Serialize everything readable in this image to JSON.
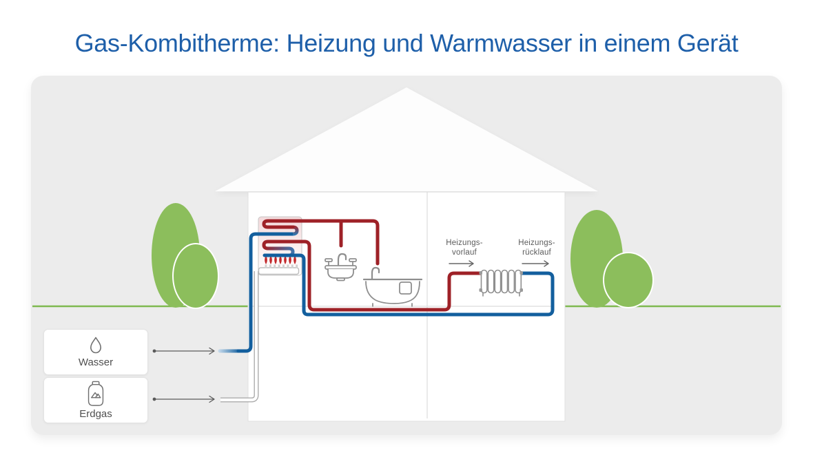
{
  "title": "Gas-Kombitherme: Heizung und Warmwasser in einem Gerät",
  "inputs": [
    {
      "label": "Wasser",
      "icon": "water-drop-icon"
    },
    {
      "label": "Erdgas",
      "icon": "gas-bottle-icon"
    }
  ],
  "flow_labels": {
    "supply": {
      "line1": "Heizungs-",
      "line2": "vorlauf"
    },
    "return": {
      "line1": "Heizungs-",
      "line2": "rücklauf"
    }
  },
  "components": [
    "house",
    "roof",
    "trees",
    "ground",
    "gas-combi-boiler",
    "burner-flames",
    "sink",
    "bathtub",
    "radiator",
    "hot-water-pipe",
    "cold-water-pipe",
    "heating-supply-pipe",
    "heating-return-pipe",
    "gas-pipe"
  ],
  "colors": {
    "title_blue": "#1E5FA9",
    "background_gray": "#ECECEC",
    "tree_green": "#8CBE5C",
    "ground_green": "#7FB950",
    "hot_pipe_red": "#9E2127",
    "cold_pipe_blue": "#135F9E",
    "outline_gray": "#8E8E8E",
    "label_gray": "#5C5C5C"
  }
}
